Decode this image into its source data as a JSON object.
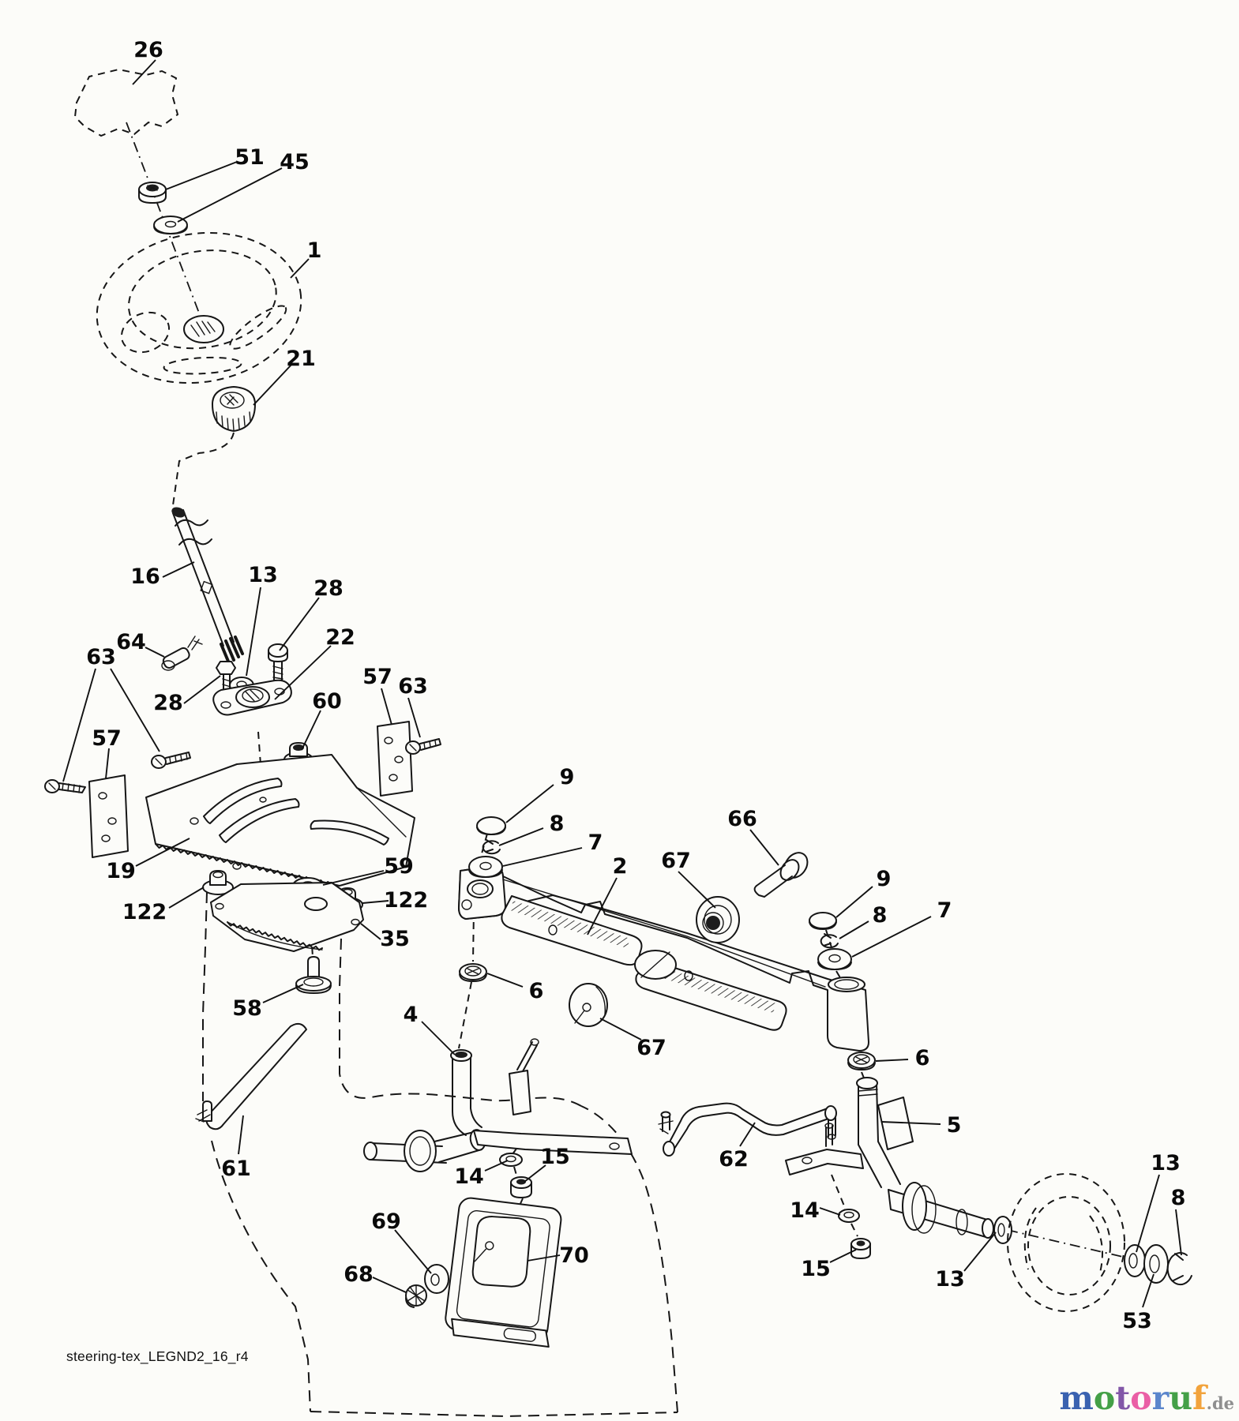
{
  "diagram": {
    "caption": "steering-tex_LEGND2_16_r4",
    "background_color": "#fcfcf9",
    "line_color": "#161616",
    "description": "Exploded parts diagram: steering assembly (steering wheel, shaft, plates, axle, spindles, wheel)"
  },
  "callouts": {
    "c26": "26",
    "c51": "51",
    "c45": "45",
    "c1": "1",
    "c21": "21",
    "c16": "16",
    "c13a": "13",
    "c28a": "28",
    "c22": "22",
    "c64": "64",
    "c63a": "63",
    "c57a": "57",
    "c28b": "28",
    "c60": "60",
    "c57b": "57",
    "c63b": "63",
    "c19": "19",
    "c59": "59",
    "c122a": "122",
    "c122b": "122",
    "c35": "35",
    "c58": "58",
    "c9a": "9",
    "c8a": "8",
    "c7a": "7",
    "c2": "2",
    "c67a": "67",
    "c66": "66",
    "c9b": "9",
    "c8b": "8",
    "c7b": "7",
    "c6a": "6",
    "c67b": "67",
    "c6b": "6",
    "c4": "4",
    "c61": "61",
    "c14a": "14",
    "c15a": "15",
    "c69": "69",
    "c68": "68",
    "c70": "70",
    "c62": "62",
    "c14b": "14",
    "c15b": "15",
    "c5": "5",
    "c13b": "13",
    "c8c": "8",
    "c13c": "13",
    "c53": "53"
  },
  "watermark": {
    "letters": [
      {
        "ch": "m",
        "color": "#3a62b0"
      },
      {
        "ch": "o",
        "color": "#44a047"
      },
      {
        "ch": "t",
        "color": "#8257a8"
      },
      {
        "ch": "o",
        "color": "#ea5fa5"
      },
      {
        "ch": "r",
        "color": "#5b86cc"
      },
      {
        "ch": "u",
        "color": "#44a047"
      },
      {
        "ch": "f",
        "color": "#f2a33c"
      }
    ],
    "suffix": ".de",
    "suffix_color": "#8f8f8f"
  }
}
